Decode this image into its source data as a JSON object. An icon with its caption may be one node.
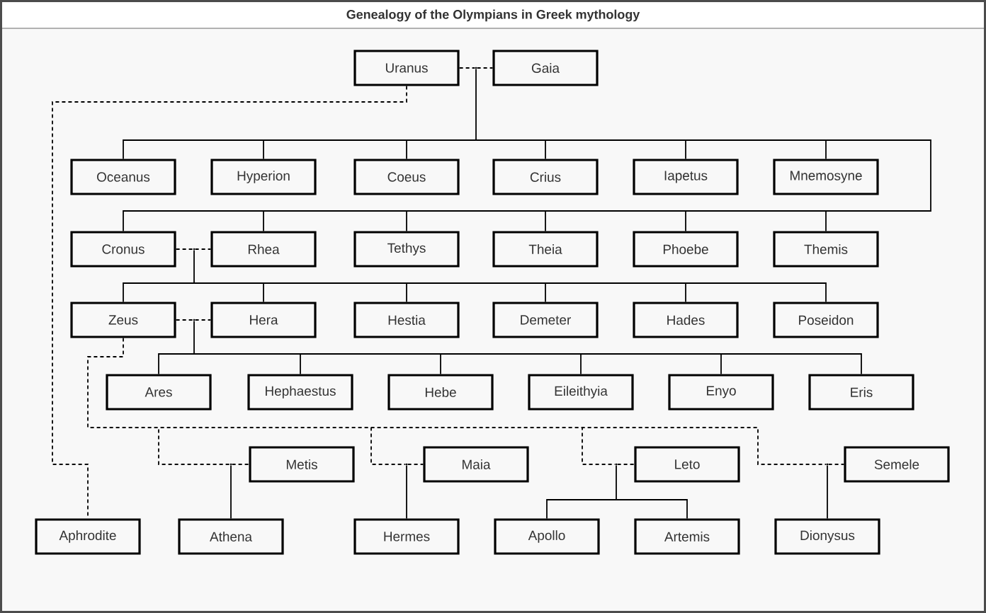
{
  "diagram": {
    "title": "Genealogy of the Olympians in Greek mythology",
    "nodes": [
      {
        "text": [
          "Uranus"
        ]
      },
      {
        "text": [
          "Gaia"
        ]
      },
      {
        "text": [
          "Oceanus"
        ]
      },
      {
        "text": [
          "Hyperion"
        ]
      },
      {
        "text": [
          "Coeus"
        ]
      },
      {
        "text": [
          "Crius"
        ]
      },
      {
        "text": [
          "Iapetus"
        ]
      },
      {
        "text": [
          "Mnemosyne"
        ]
      },
      {
        "text": [
          "Cronus"
        ]
      },
      {
        "text": [
          "Rhea"
        ]
      },
      {
        "text": [
          "Tethys"
        ]
      },
      {
        "text": [
          "Theia"
        ]
      },
      {
        "text": [
          "Phoebe"
        ]
      },
      {
        "text": [
          "Themis"
        ]
      },
      {
        "text": [
          "Zeus"
        ]
      },
      {
        "text": [
          "Hera"
        ]
      },
      {
        "text": [
          "Hestia"
        ]
      },
      {
        "text": [
          "Demeter"
        ]
      },
      {
        "text": [
          "Hades"
        ]
      },
      {
        "text": [
          "Poseidon"
        ]
      },
      {
        "text": [
          "Ares"
        ]
      },
      {
        "text": [
          "Hephaestus"
        ]
      },
      {
        "text": [
          "Hebe"
        ]
      },
      {
        "text": [
          "Eileithyia"
        ]
      },
      {
        "text": [
          "Enyo"
        ]
      },
      {
        "text": [
          "Eris"
        ]
      },
      {
        "text": [
          "Metis"
        ]
      },
      {
        "text": [
          "Maia"
        ]
      },
      {
        "text": [
          "Leto"
        ]
      },
      {
        "text": [
          "Semele"
        ]
      },
      {
        "text": [
          "Aphrodite"
        ]
      },
      {
        "text": [
          "Athena"
        ]
      },
      {
        "text": [
          "Hermes"
        ]
      },
      {
        "text": [
          "Apollo"
        ]
      },
      {
        "text": [
          "Artemis"
        ]
      },
      {
        "text": [
          "Dionysus"
        ]
      },
      {
        "text": [],
        "shape": "point"
      },
      {
        "text": [],
        "shape": "point"
      },
      {
        "text": [],
        "shape": "point"
      },
      {
        "text": [],
        "shape": "point"
      },
      {
        "text": [],
        "shape": "point"
      },
      {
        "text": [],
        "shape": "point"
      },
      {
        "text": [],
        "shape": "point"
      }
    ],
    "edges": [
      {
        "from": 0,
        "to": 36,
        "arrow": "none",
        "style": "dashed"
      },
      {
        "from": 36,
        "to": 1,
        "arrow": "none",
        "style": "dashed"
      },
      {
        "from": 36,
        "to": 2,
        "arrow": "none"
      },
      {
        "from": 36,
        "to": 3,
        "arrow": "none"
      },
      {
        "from": 36,
        "to": 4,
        "arrow": "none"
      },
      {
        "from": 36,
        "to": 5,
        "arrow": "none"
      },
      {
        "from": 36,
        "to": 6,
        "arrow": "none"
      },
      {
        "from": 36,
        "to": 7,
        "arrow": "none"
      },
      {
        "from": 36,
        "to": 8,
        "arrow": "none"
      },
      {
        "from": 36,
        "to": 9,
        "arrow": "none"
      },
      {
        "from": 36,
        "to": 10,
        "arrow": "none"
      },
      {
        "from": 36,
        "to": 11,
        "arrow": "none"
      },
      {
        "from": 36,
        "to": 12,
        "arrow": "none"
      },
      {
        "from": 36,
        "to": 13,
        "arrow": "none"
      },
      {
        "from": 8,
        "to": 37,
        "arrow": "none",
        "style": "dashed"
      },
      {
        "from": 37,
        "to": 9,
        "arrow": "none",
        "style": "dashed"
      },
      {
        "from": 37,
        "to": 14,
        "arrow": "none"
      },
      {
        "from": 37,
        "to": 15,
        "arrow": "none"
      },
      {
        "from": 37,
        "to": 16,
        "arrow": "none"
      },
      {
        "from": 37,
        "to": 17,
        "arrow": "none"
      },
      {
        "from": 37,
        "to": 18,
        "arrow": "none"
      },
      {
        "from": 37,
        "to": 19,
        "arrow": "none"
      },
      {
        "from": 14,
        "to": 38,
        "arrow": "none",
        "style": "dashed"
      },
      {
        "from": 38,
        "to": 15,
        "arrow": "none",
        "style": "dashed"
      },
      {
        "from": 38,
        "to": 20,
        "arrow": "none"
      },
      {
        "from": 38,
        "to": 21,
        "arrow": "none"
      },
      {
        "from": 38,
        "to": 22,
        "arrow": "none"
      },
      {
        "from": 38,
        "to": 23,
        "arrow": "none"
      },
      {
        "from": 38,
        "to": 24,
        "arrow": "none"
      },
      {
        "from": 38,
        "to": 25,
        "arrow": "none"
      },
      {
        "from": 0,
        "to": 30,
        "arrow": "none",
        "style": "dashed"
      },
      {
        "from": 14,
        "to": 39,
        "arrow": "none",
        "style": "dashed"
      },
      {
        "from": 39,
        "to": 26,
        "arrow": "none",
        "style": "dashed"
      },
      {
        "from": 14,
        "to": 40,
        "arrow": "none",
        "style": "dashed"
      },
      {
        "from": 40,
        "to": 27,
        "arrow": "none",
        "style": "dashed"
      },
      {
        "from": 14,
        "to": 41,
        "arrow": "none",
        "style": "dashed"
      },
      {
        "from": 41,
        "to": 28,
        "arrow": "none",
        "style": "dashed"
      },
      {
        "from": 14,
        "to": 42,
        "arrow": "none",
        "style": "dashed"
      },
      {
        "from": 42,
        "to": 29,
        "arrow": "none",
        "style": "dashed"
      },
      {
        "from": 39,
        "to": 31,
        "arrow": "none"
      },
      {
        "from": 40,
        "to": 32,
        "arrow": "none"
      },
      {
        "from": 41,
        "to": 33,
        "arrow": "none"
      },
      {
        "from": 41,
        "to": 34,
        "arrow": "none"
      },
      {
        "from": 42,
        "to": 35,
        "arrow": "none"
      }
    ]
  }
}
